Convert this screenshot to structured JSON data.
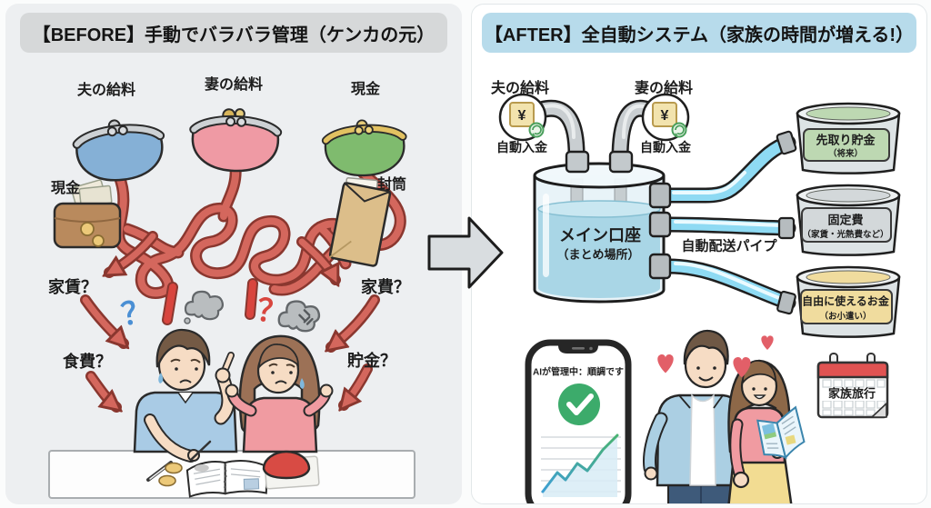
{
  "before": {
    "header": "【BEFORE】手動でバラバラ管理（ケンカの元）",
    "labels": {
      "husband_salary": "夫の給料",
      "wife_salary": "妻の給料",
      "cash_purse": "現金",
      "cash_wallet": "現金",
      "envelope": "封筒",
      "rent": "家賃？",
      "household": "家費？",
      "food": "食費？",
      "savings": "貯金？",
      "question_blue": "？",
      "question_red": "？"
    }
  },
  "after": {
    "header": "【AFTER】全自動システム（家族の時間が増える!）",
    "labels": {
      "husband_salary": "夫の給料",
      "wife_salary": "妻の給料",
      "auto_deposit": "自動入金",
      "yen": "¥",
      "tank_title": "メイン口座",
      "tank_sub": "（まとめ場所）",
      "pipe": "自動配送パイプ",
      "phone_status": "AIが管理中：順調です",
      "calendar": "家族旅行"
    },
    "cans": [
      {
        "title": "先取り貯金",
        "sub": "（将来）",
        "fill": "#bdd8b2"
      },
      {
        "title": "固定費",
        "sub": "（家賃・光熱費など）",
        "fill": "#d3d8da"
      },
      {
        "title": "自由に使えるお金",
        "sub": "（お小遣い）",
        "fill": "#f0dc9e"
      }
    ]
  },
  "colors": {
    "panel_before_bg": "#edeff1",
    "before_header_bg": "#d6d8d9",
    "after_header_bg": "#b7dbeb",
    "yarn_red": "#d4675d",
    "water_blue": "#a9d6e6",
    "tube_cyan": "#8edaf3",
    "check_green": "#3cab6b",
    "heart_red": "#e25f68"
  }
}
